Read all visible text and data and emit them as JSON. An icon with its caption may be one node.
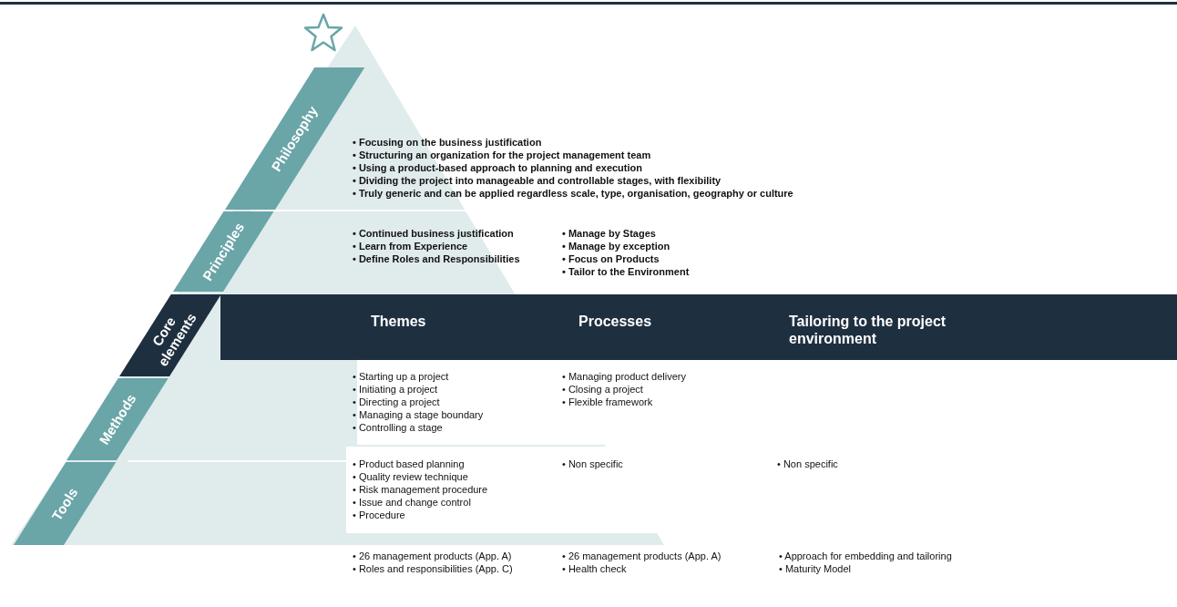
{
  "diagram": {
    "nodes": [
      {
        "text": [
          "Philosophy"
        ]
      },
      {
        "text": [
          "Principles"
        ]
      },
      {
        "text": [
          "Core elements"
        ]
      },
      {
        "text": [
          "Methods"
        ]
      },
      {
        "text": [
          "Tools"
        ]
      },
      {
        "text": [
          "Themes",
          "Processes",
          "Tailoring to the project environment"
        ]
      }
    ],
    "labels": [
      "• Focusing on the business justification",
      "• Structuring an organization for the project management team",
      "• Using a product-based approach to planning and execution",
      "• Dividing the project into manageable and controllable stages, with flexibility",
      "• Truly generic and can be applied regardless scale, type, organisation, geography or culture",
      "• Continued business justification",
      "• Learn from Experience",
      "• Define Roles and Responsibilities",
      "• Manage by Stages",
      "• Manage by exception",
      "• Focus on Products",
      "• Tailor to the Environment",
      "• Starting up a project",
      "• Initiating a project",
      "• Directing a project",
      "• Managing a stage boundary",
      "• Controlling a stage",
      "• Managing product delivery",
      "• Closing a project",
      "• Flexible framework",
      "• Product based planning",
      "• Quality review technique",
      "• Risk management procedure",
      "• Issue and change control",
      "• Procedure",
      "• Non specific",
      "• Non specific",
      "• 26 management products (App. A)",
      "• Roles and responsibilities (App. C)",
      "• 26 management products (App. A)",
      "• Health check",
      "• Approach for embedding and tailoring",
      "• Maturity Model"
    ]
  }
}
